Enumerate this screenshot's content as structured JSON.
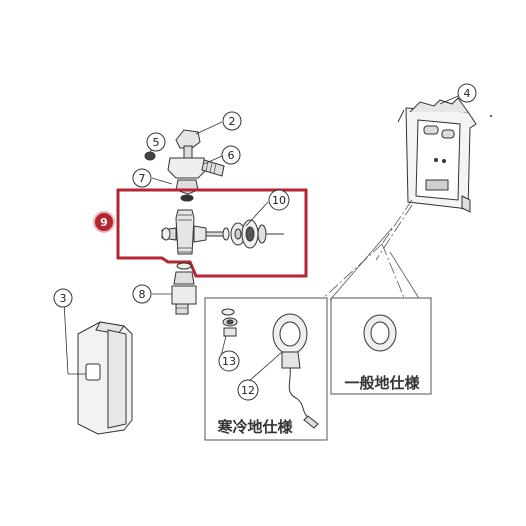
{
  "callouts": {
    "c2": "2",
    "c3": "3",
    "c4": "4",
    "c5": "5",
    "c6": "6",
    "c7": "7",
    "c8": "8",
    "c9": "9",
    "c10": "10",
    "c12": "12",
    "c13": "13"
  },
  "panels": {
    "cold_region_label": "寒冷地仕様",
    "standard_label": "一般地仕様"
  },
  "colors": {
    "highlight": "#b5252f",
    "line": "#333333",
    "part_fill": "#e9e9e9"
  }
}
